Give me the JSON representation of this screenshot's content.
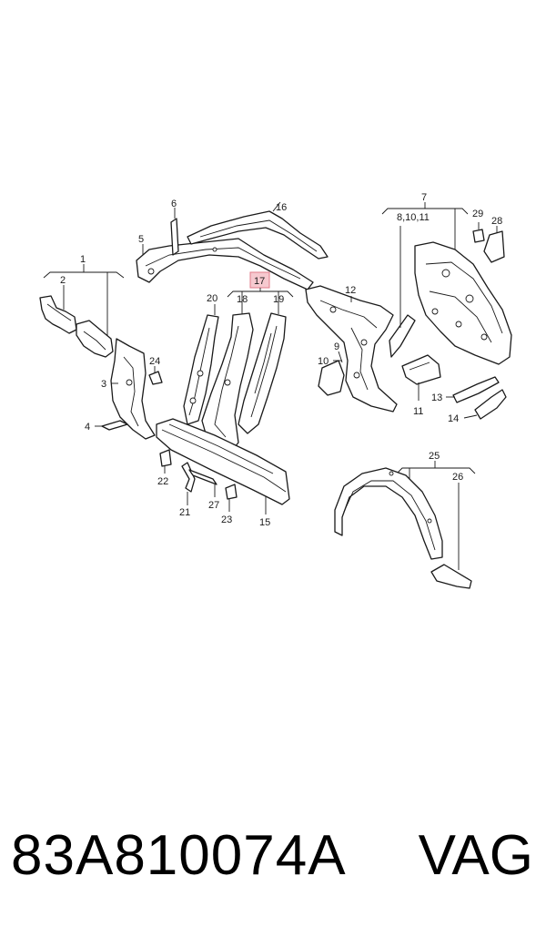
{
  "diagram": {
    "labels": {
      "l1": "1",
      "l2": "2",
      "l3": "3",
      "l4": "4",
      "l5": "5",
      "l6": "6",
      "l7": "7",
      "l8_10_11": "8,10,11",
      "l9": "9",
      "l10": "10",
      "l11": "11",
      "l12": "12",
      "l13": "13",
      "l14": "14",
      "l15": "15",
      "l16": "16",
      "l17": "17",
      "l18": "18",
      "l19": "19",
      "l20": "20",
      "l21": "21",
      "l22": "22",
      "l23": "23",
      "l24": "24",
      "l25": "25",
      "l26": "26",
      "l27": "27",
      "l28": "28",
      "l29": "29"
    },
    "highlight_color": "#f6c9cf"
  },
  "footer": {
    "part_number": "83A810074A",
    "brand": "VAG"
  }
}
